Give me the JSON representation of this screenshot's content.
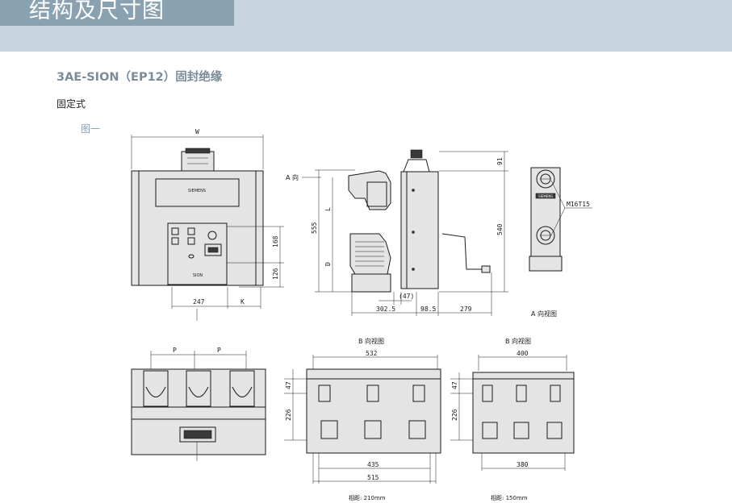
{
  "header": {
    "title": "结构及尺寸图",
    "band_color": "#c9d5de",
    "title_block_color": "#8aa1b1"
  },
  "subtitle": "3AE-SION（EP12）固封绝缘",
  "mount_type": "固定式",
  "figure_label": "图一",
  "drawing": {
    "front": {
      "width_label": "W",
      "brand": "SIEMENS",
      "name": "SION",
      "dims": {
        "d168": "168",
        "d126": "126",
        "d247": "247",
        "k": "K"
      }
    },
    "side": {
      "view_marker": "A 向",
      "dims": {
        "d91": "91",
        "d540": "540",
        "d555": "555",
        "l": "L",
        "d": "D",
        "d47": "(47)",
        "d302": "302.5",
        "d98": "98.5",
        "d279": "279"
      }
    },
    "a_view": {
      "caption": "A 向视图",
      "thread": "M16T15",
      "brand": "SIEMENS"
    },
    "top": {
      "dims": {
        "p1": "P",
        "p2": "P"
      }
    },
    "b_view_wide": {
      "caption": "B 向视图",
      "dims": {
        "d532": "532",
        "d47": "47",
        "d226": "226",
        "d435": "435",
        "d515": "515"
      },
      "pitch": "相距: 210mm"
    },
    "b_view_narrow": {
      "caption": "B 向视图",
      "dims": {
        "d400": "400",
        "d47": "47",
        "d226": "226",
        "d380": "380"
      },
      "pitch": "相距: 150mm"
    }
  }
}
